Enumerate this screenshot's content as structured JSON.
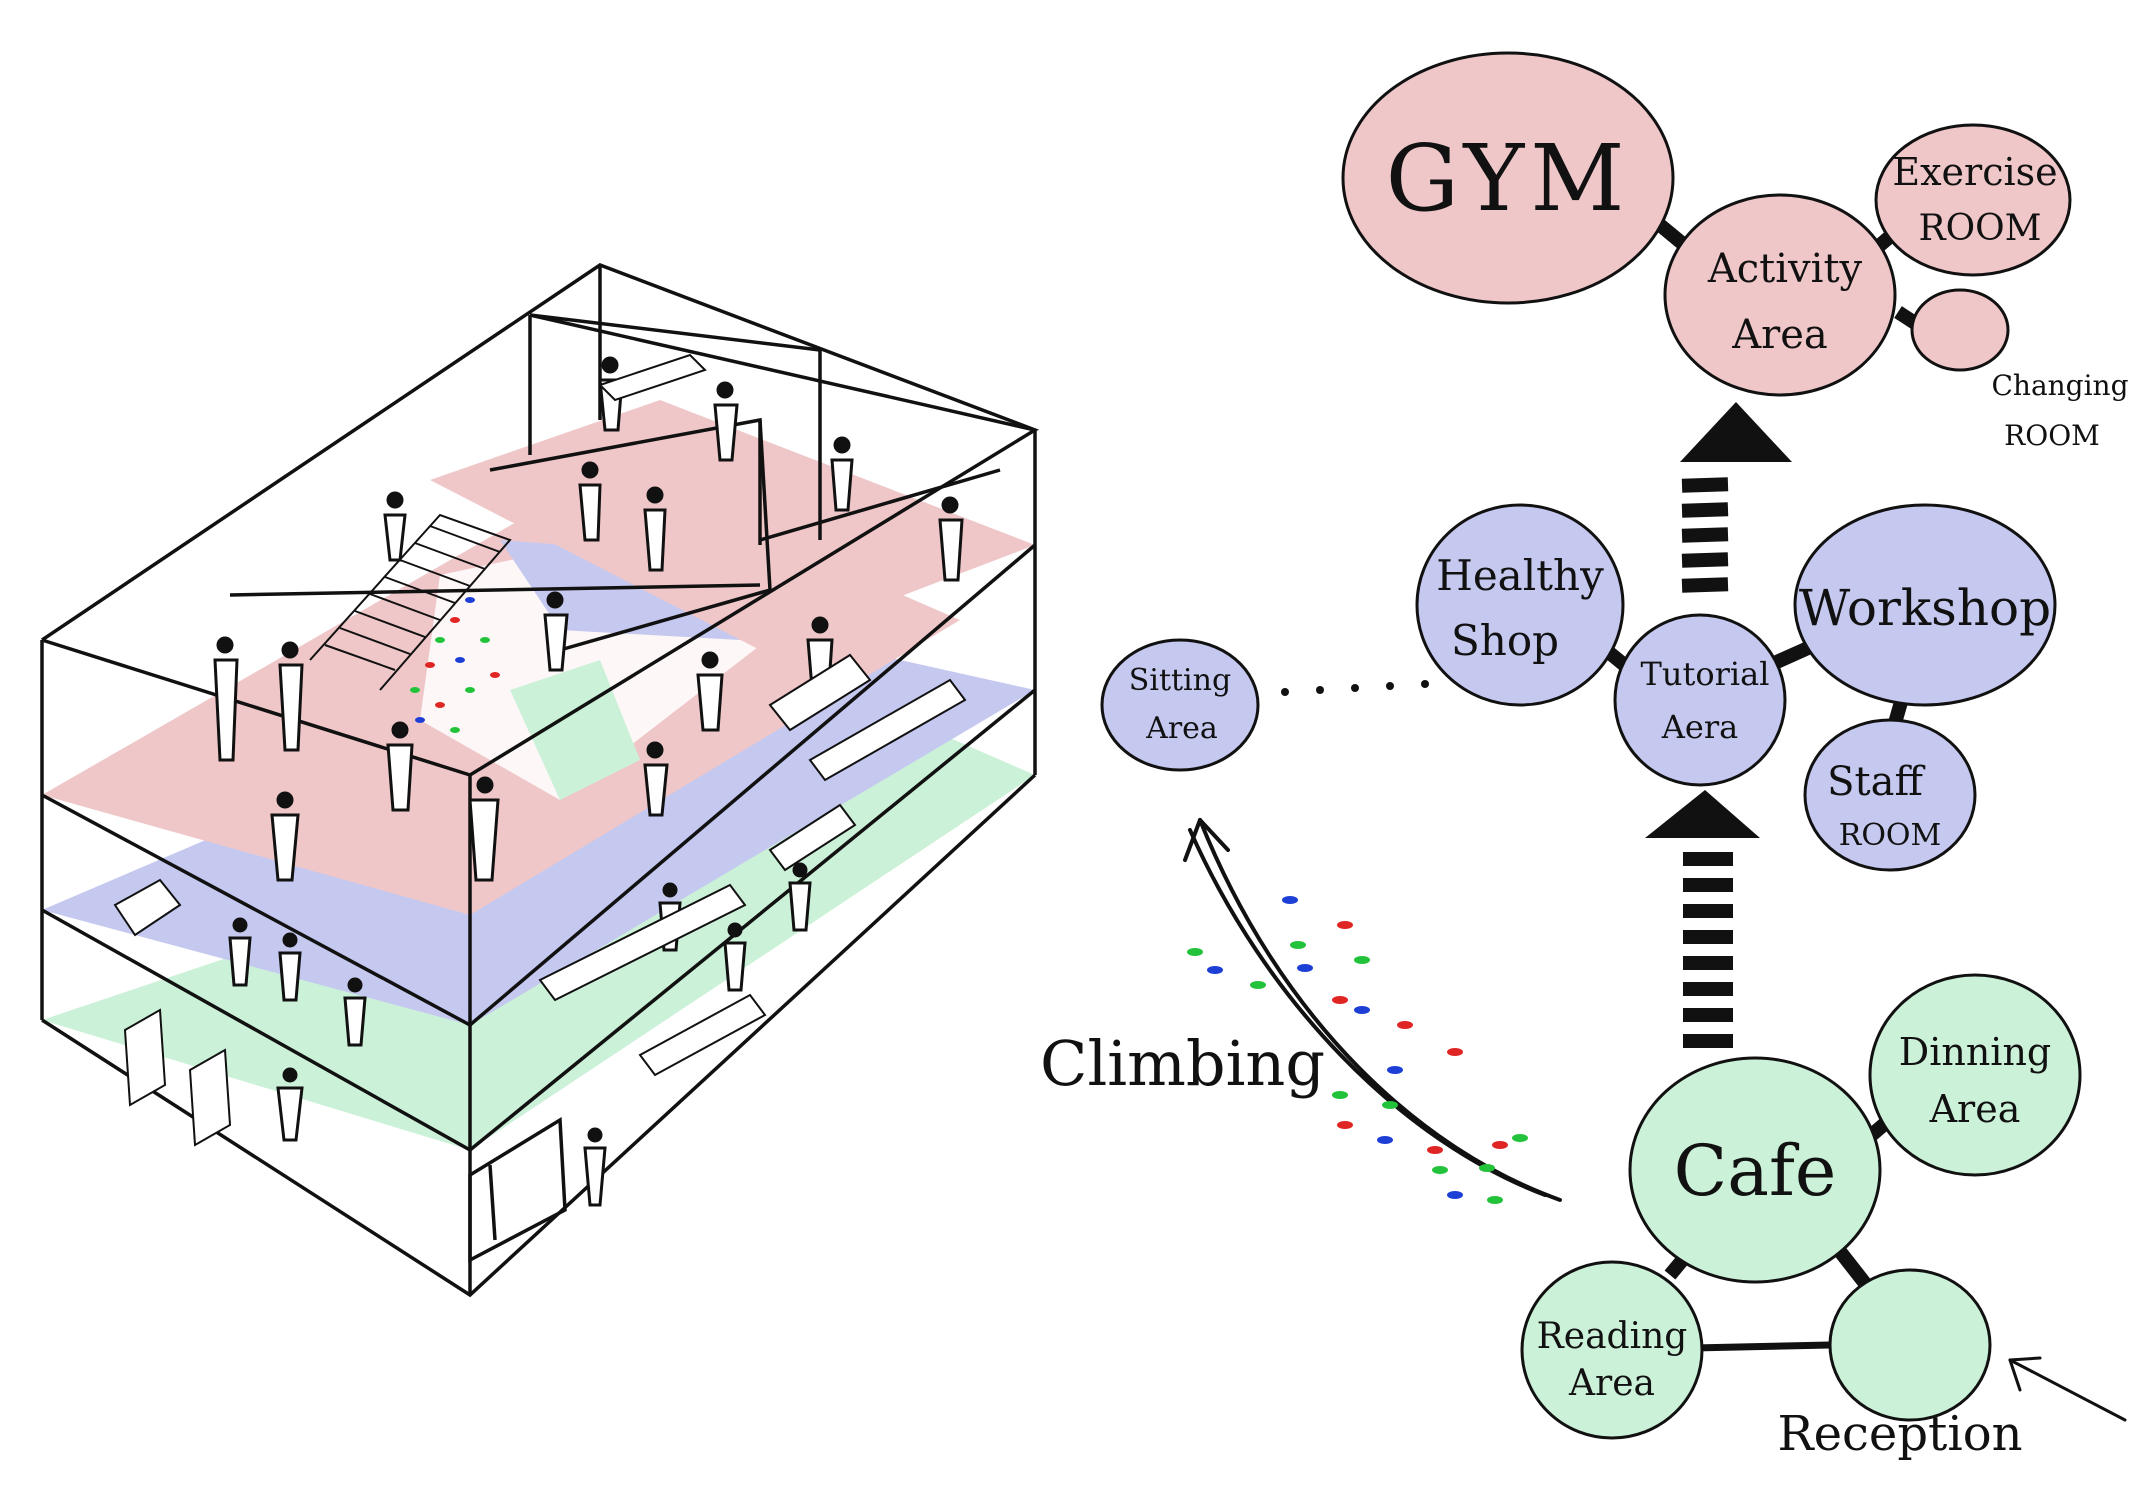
{
  "zones": {
    "pink": "#efc7c9",
    "blue": "#c5c8ef",
    "green": "#ccf1d9",
    "ink": "#111111"
  },
  "bubbles": {
    "gym": "GYM",
    "activity": [
      "Activity",
      "Area"
    ],
    "exercise": [
      "Exercise",
      "ROOM"
    ],
    "changing": [
      "Changing",
      "ROOM"
    ],
    "healthy": [
      "Healthy",
      "Shop"
    ],
    "tutorial": [
      "Tutorial",
      "Aera"
    ],
    "workshop": "Workshop",
    "staff": [
      "Staff",
      "ROOM"
    ],
    "sitting": [
      "Sitting",
      "Area"
    ],
    "cafe": "Cafe",
    "dinning": [
      "Dinning",
      "Area"
    ],
    "reading": [
      "Reading",
      "Area"
    ],
    "reception": "Reception"
  },
  "annotations": {
    "climbing": "Climbing"
  },
  "holds": {
    "colors": [
      "#22c23a",
      "#1e3fd6",
      "#e02525"
    ]
  }
}
